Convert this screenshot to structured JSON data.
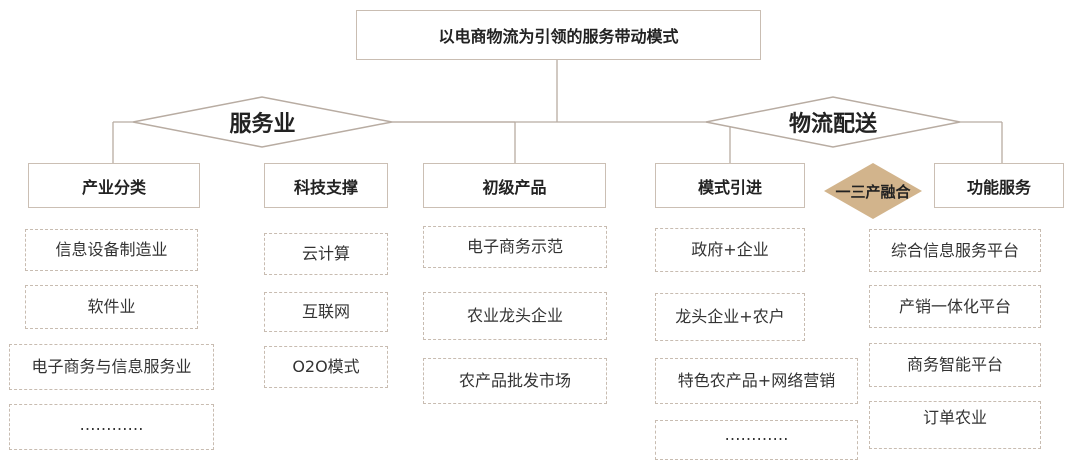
{
  "title": "以电商物流为引领的服务带动模式",
  "branches": {
    "left": "服务业",
    "right": "物流配送"
  },
  "merge_label": "一三产融合",
  "columns": [
    {
      "header": "产业分类",
      "items": [
        "信息设备制造业",
        "软件业",
        "电子商务与信息服务业",
        "…………"
      ]
    },
    {
      "header": "科技支撑",
      "items": [
        "云计算",
        "互联网",
        "O2O模式"
      ]
    },
    {
      "header": "初级产品",
      "items": [
        "电子商务示范",
        "农业龙头企业",
        "农产品批发市场"
      ]
    },
    {
      "header": "模式引进",
      "items": [
        "政府+企业",
        "龙头企业+农户",
        "特色农产品+网络营销",
        "…………"
      ]
    },
    {
      "header": "功能服务",
      "items": [
        "综合信息服务平台",
        "产销一体化平台",
        "商务智能平台",
        "订单农业"
      ]
    }
  ],
  "colors": {
    "border": "#c9bdb2",
    "diamond_fill": "#d2b48c",
    "text": "#333333"
  }
}
